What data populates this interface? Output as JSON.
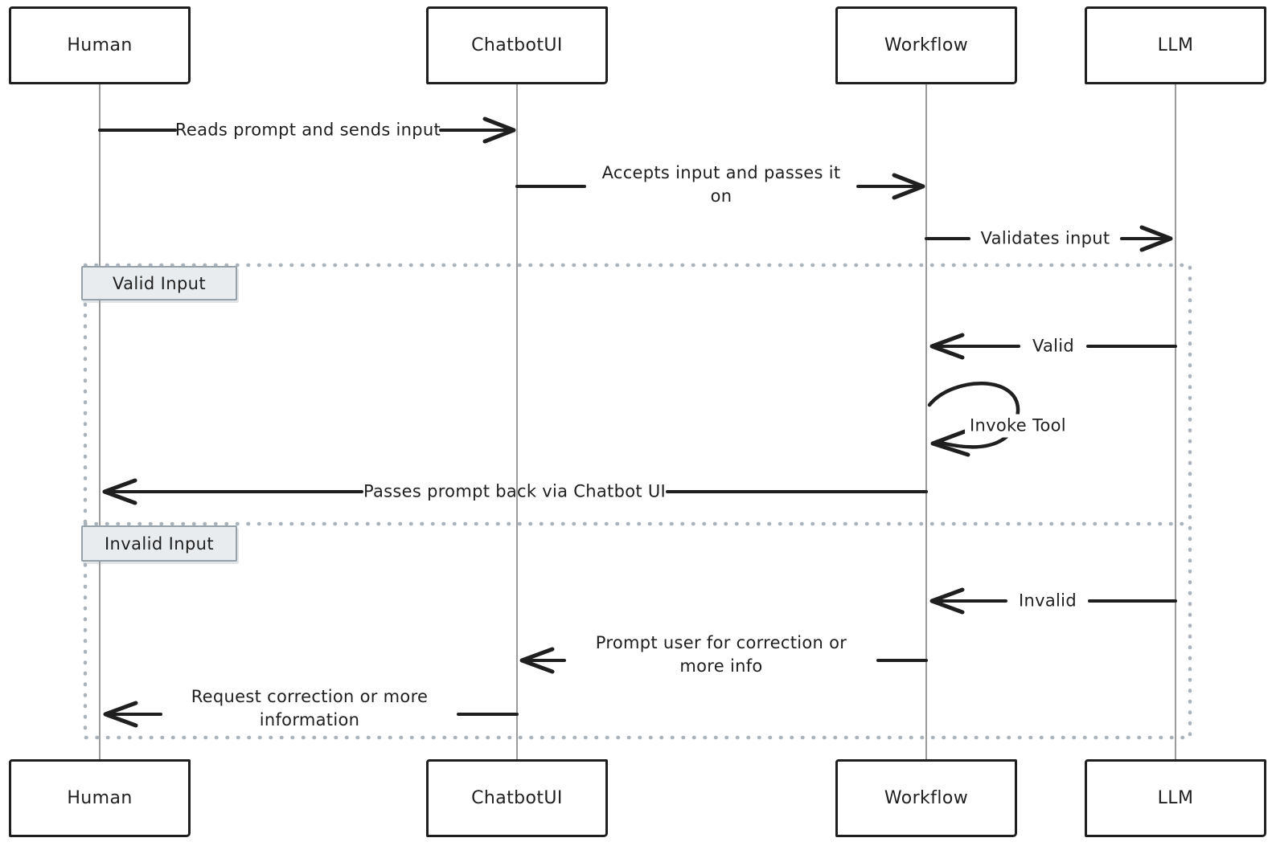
{
  "diagram": {
    "type": "sequence",
    "participants": [
      {
        "label": "Human"
      },
      {
        "label": "ChatbotUI"
      },
      {
        "label": "Workflow"
      },
      {
        "label": "LLM"
      }
    ],
    "messages": [
      {
        "from": "Human",
        "to": "ChatbotUI",
        "label": "Reads prompt and sends input"
      },
      {
        "from": "ChatbotUI",
        "to": "Workflow",
        "label": "Accepts input and passes it on"
      },
      {
        "from": "Workflow",
        "to": "LLM",
        "label": "Validates input"
      },
      {
        "from": "LLM",
        "to": "Workflow",
        "label": "Valid"
      },
      {
        "from": "Workflow",
        "to": "Workflow",
        "label": "Invoke Tool",
        "self": true
      },
      {
        "from": "Workflow",
        "to": "Human",
        "label": "Passes prompt back via Chatbot UI"
      },
      {
        "from": "LLM",
        "to": "Workflow",
        "label": "Invalid"
      },
      {
        "from": "Workflow",
        "to": "ChatbotUI",
        "label": "Prompt user for correction or more info"
      },
      {
        "from": "ChatbotUI",
        "to": "Human",
        "label": "Request correction or more information"
      }
    ],
    "alt_sections": [
      {
        "label": "Valid Input"
      },
      {
        "label": "Invalid Input"
      }
    ],
    "colors": {
      "stroke": "#1f1f1f",
      "lifeline": "#9b9b9b",
      "frame_dots": "#aab3bb",
      "section_label_bg": "#e9ecef",
      "section_label_border": "#97a1a9",
      "background": "#ffffff"
    }
  }
}
